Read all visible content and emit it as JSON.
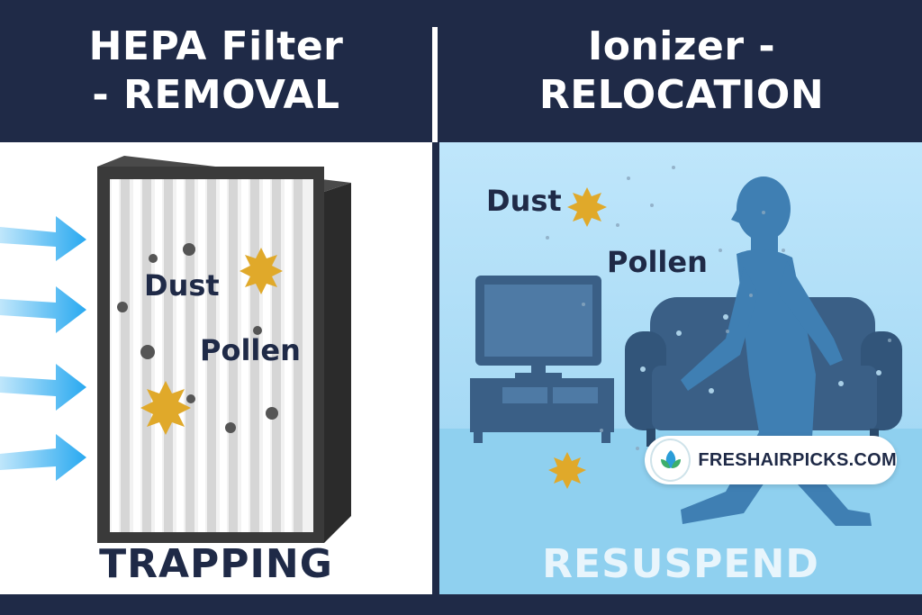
{
  "left": {
    "title_line1": "HEPA Filter",
    "title_line2": "- REMOVAL",
    "label_dust": "Dust",
    "label_pollen": "Pollen",
    "footer": "TRAPPING"
  },
  "right": {
    "title_line1": "Ionizer -",
    "title_line2": "RELOCATION",
    "label_dust": "Dust",
    "label_pollen": "Pollen",
    "footer": "RESUSPEND",
    "brand": "FRESHAIRPICKS.COM"
  },
  "colors": {
    "navy": "#1f2a47",
    "pollen": "#e0a92a",
    "arrow": "#29a9f0",
    "silhouette": "#3f7fb3",
    "furniture": "#3a5f86"
  }
}
